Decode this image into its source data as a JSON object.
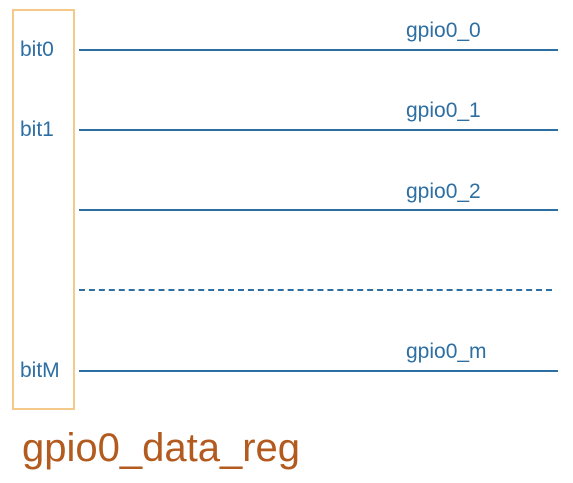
{
  "register": {
    "name": "gpio0_data_reg",
    "bits": [
      "bit0",
      "bit1",
      "bitM"
    ]
  },
  "signals": [
    "gpio0_0",
    "gpio0_1",
    "gpio0_2",
    "gpio0_m"
  ],
  "colors": {
    "line": "#2e6fa3",
    "box_border": "#f5c98a",
    "register_name": "#b35a1f"
  }
}
